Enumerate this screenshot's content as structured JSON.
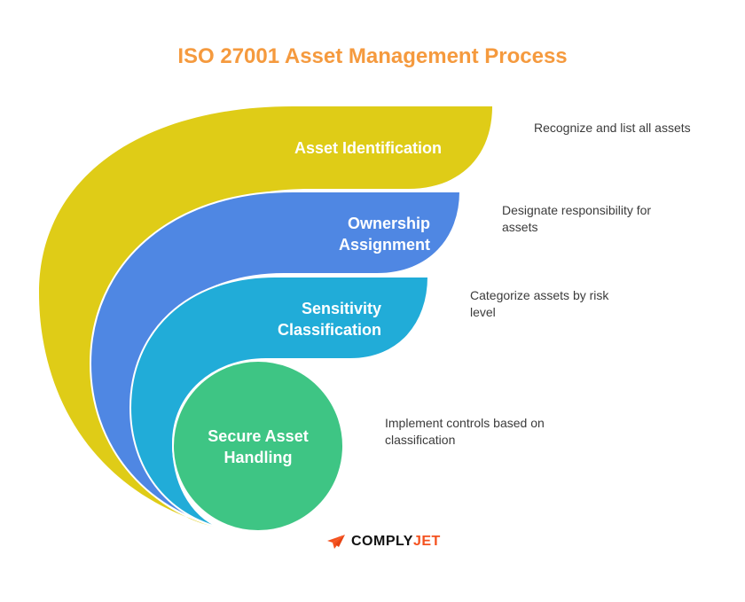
{
  "title": "ISO 27001 Asset Management Process",
  "colors": {
    "title": "#f59a3e",
    "stage1": "#dfcc17",
    "stage2": "#4f87e3",
    "stage3": "#21acd8",
    "stage4": "#3ec584",
    "logo_accent": "#f4511e"
  },
  "stages": [
    {
      "label_line1": "Asset Identification",
      "label_line2": "",
      "description_line1": "Recognize and list all assets",
      "description_line2": ""
    },
    {
      "label_line1": "Ownership",
      "label_line2": "Assignment",
      "description_line1": "Designate responsibility for",
      "description_line2": "assets"
    },
    {
      "label_line1": "Sensitivity",
      "label_line2": "Classification",
      "description_line1": "Categorize assets by risk",
      "description_line2": "level"
    },
    {
      "label_line1": "Secure Asset",
      "label_line2": "Handling",
      "description_line1": "Implement controls based on",
      "description_line2": "classification"
    }
  ],
  "logo": {
    "part1": "COMPLY",
    "part2": "JET",
    "icon": "paper-plane-icon"
  }
}
